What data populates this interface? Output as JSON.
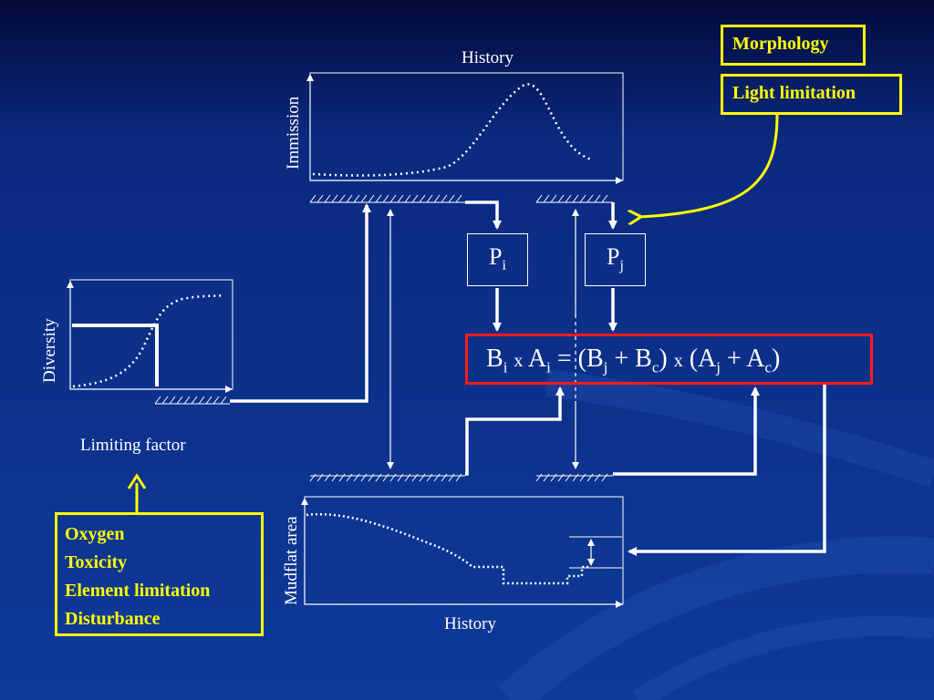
{
  "top_chart": {
    "title": "History",
    "ylabel": "Immission"
  },
  "bottom_chart": {
    "xlabel": "History",
    "ylabel": "Mudflat area"
  },
  "left_chart": {
    "xlabel": "Limiting factor",
    "ylabel": "Diversity"
  },
  "boxes": {
    "morphology": "Morphology",
    "light_limitation": "Light limitation",
    "factors": [
      "Oxygen",
      "Toxicity",
      "Element limitation",
      "Disturbance"
    ]
  },
  "p_boxes": {
    "pi": {
      "base": "P",
      "sub": "i"
    },
    "pj": {
      "base": "P",
      "sub": "j"
    }
  },
  "equation": {
    "b": "B",
    "i": "i",
    "x1": "x",
    "a": "A",
    "eq": "= (B",
    "j": "j",
    "plus1": "+ B",
    "c": "c",
    "close1": ")",
    "x2": "x",
    "open2": "(A",
    "plus2": "+ A",
    "close2": ")"
  },
  "colors": {
    "background": "#0e3a99",
    "highlight": "#ffff00",
    "equation_border": "#ff1a1a",
    "lines": "#ffffff"
  }
}
